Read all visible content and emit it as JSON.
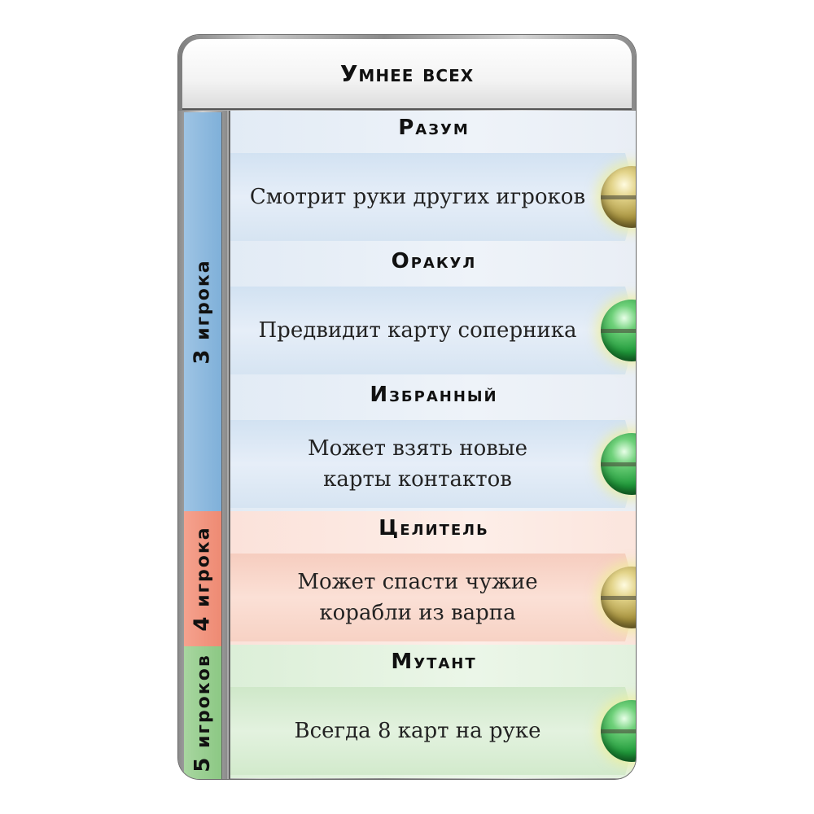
{
  "card": {
    "title": "Умнее всех",
    "bands": [
      {
        "num": "3",
        "label": "игрока",
        "color": "#8db9df"
      },
      {
        "num": "4",
        "label": "игрока",
        "color": "#f09680"
      },
      {
        "num": "5",
        "label": "игроков",
        "color": "#98cf90"
      }
    ],
    "sections": [
      {
        "name": "Разум",
        "description": "Смотрит руки других игроков",
        "orb": "gold-orb-icon"
      },
      {
        "name": "Оракул",
        "description": "Предвидит карту соперника",
        "orb": "green-orb-icon"
      },
      {
        "name": "Избранный",
        "description": "Может взять новые\nкарты контактов",
        "orb": "green-orb-icon"
      },
      {
        "name": "Целитель",
        "description": "Может спасти чужие\nкорабли из варпа",
        "orb": "gold-orb-icon"
      },
      {
        "name": "Мутант",
        "description": "Всегда 8 карт на руке",
        "orb": "green-orb-icon"
      }
    ]
  }
}
